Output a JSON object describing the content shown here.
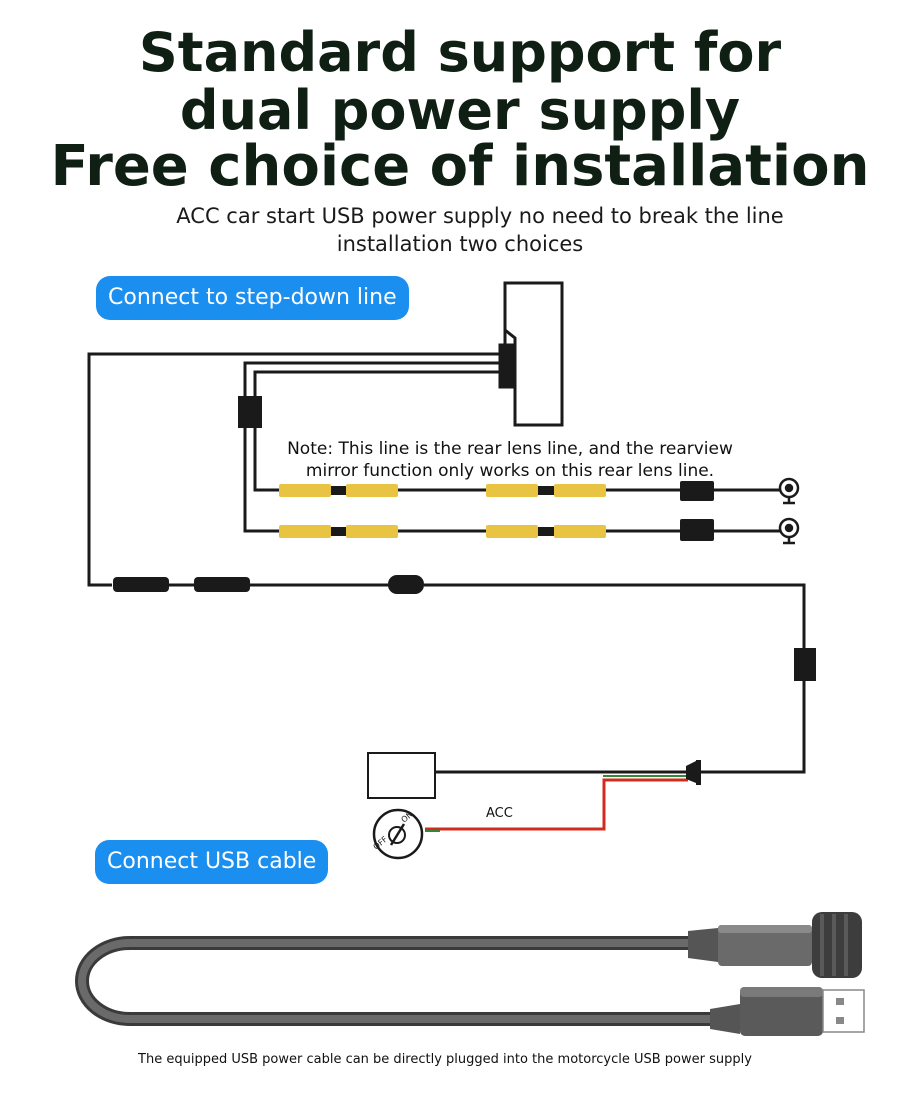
{
  "title": {
    "line1": "Standard support for",
    "line2": "dual power supply",
    "line3": "Free choice of installation"
  },
  "subtitle": {
    "line1": "ACC car start USB power supply no need to break the line",
    "line2": "installation two choices"
  },
  "option1_label": "Connect to step-down line",
  "option2_label": "Connect USB cable",
  "note": "Note: This line is the rear lens line, and the rearview mirror function only works on this rear lens line.",
  "acc_label": "ACC",
  "switch_on": "ON",
  "switch_off": "OFF",
  "footer": "The equipped USB power cable can be directly plugged into the motorcycle USB power supply",
  "colors": {
    "pill": "#1b8ff0",
    "title": "#0f1f13",
    "wire": "#1a1a1a",
    "connector_yellow": "#e8c442",
    "acc_wire": "#d32a1f",
    "cable": "#5a5a5a"
  }
}
